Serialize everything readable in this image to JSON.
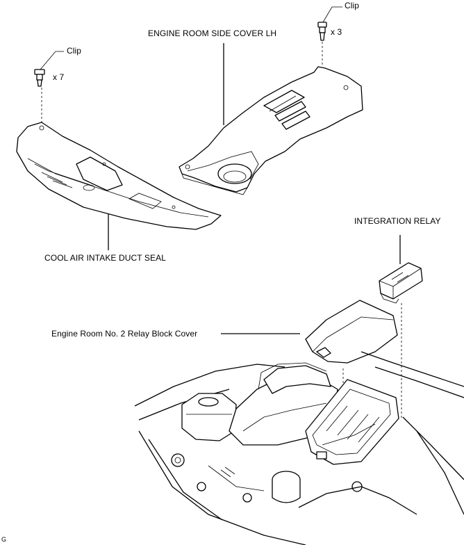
{
  "labels": {
    "clip_top": "Clip",
    "clip_top_count": "x 3",
    "clip_left": "Clip",
    "clip_left_count": "x 7",
    "side_cover": "ENGINE ROOM SIDE COVER LH",
    "duct_seal": "COOL AIR INTAKE DUCT SEAL",
    "integration_relay": "INTEGRATION RELAY",
    "relay_block_cover": "Engine Room No. 2 Relay Block Cover",
    "figure_code": "G"
  }
}
